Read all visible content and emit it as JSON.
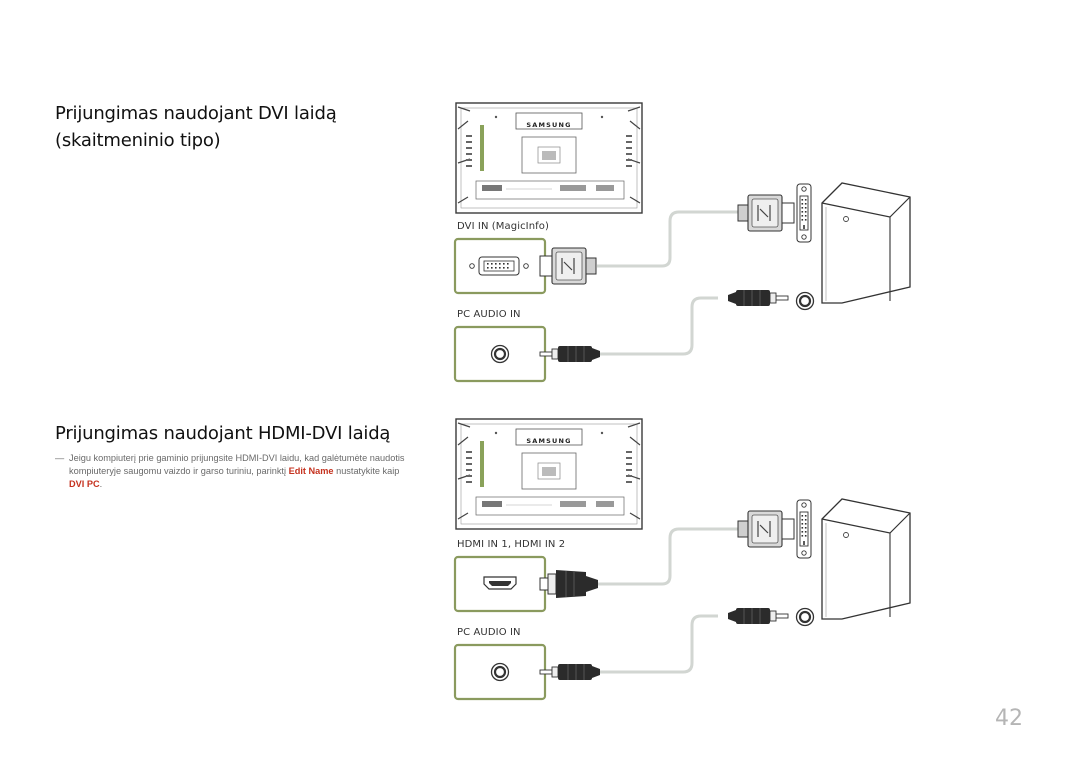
{
  "section1": {
    "title_line1": "Prijungimas naudojant DVI laidą",
    "title_line2": "(skaitmeninio tipo)",
    "port_label_video": "DVI IN (MagicInfo)",
    "port_label_audio": "PC AUDIO IN",
    "monitor_brand": "SAMSUNG"
  },
  "section2": {
    "title": "Prijungimas naudojant HDMI-DVI laidą",
    "note_dash": "―",
    "note_text_1": "Jeigu kompiuterį prie gaminio prijungsite HDMI-DVI laidu, kad galėtumėte naudotis kompiuteryje saugomu vaizdo ir garso turiniu, parinktį ",
    "note_highlight_1": "Edit Name",
    "note_text_2": " nustatykite kaip ",
    "note_highlight_2": "DVI PC",
    "note_text_3": ".",
    "port_label_video": "HDMI IN 1, HDMI IN 2",
    "port_label_audio": "PC AUDIO IN",
    "monitor_brand": "SAMSUNG"
  },
  "colors": {
    "port_frame": "#8a9a5e",
    "cable": "#d2d6d2",
    "connector_dark": "#2b2b2b",
    "highlight": "#c5321f"
  },
  "page_number": "42"
}
